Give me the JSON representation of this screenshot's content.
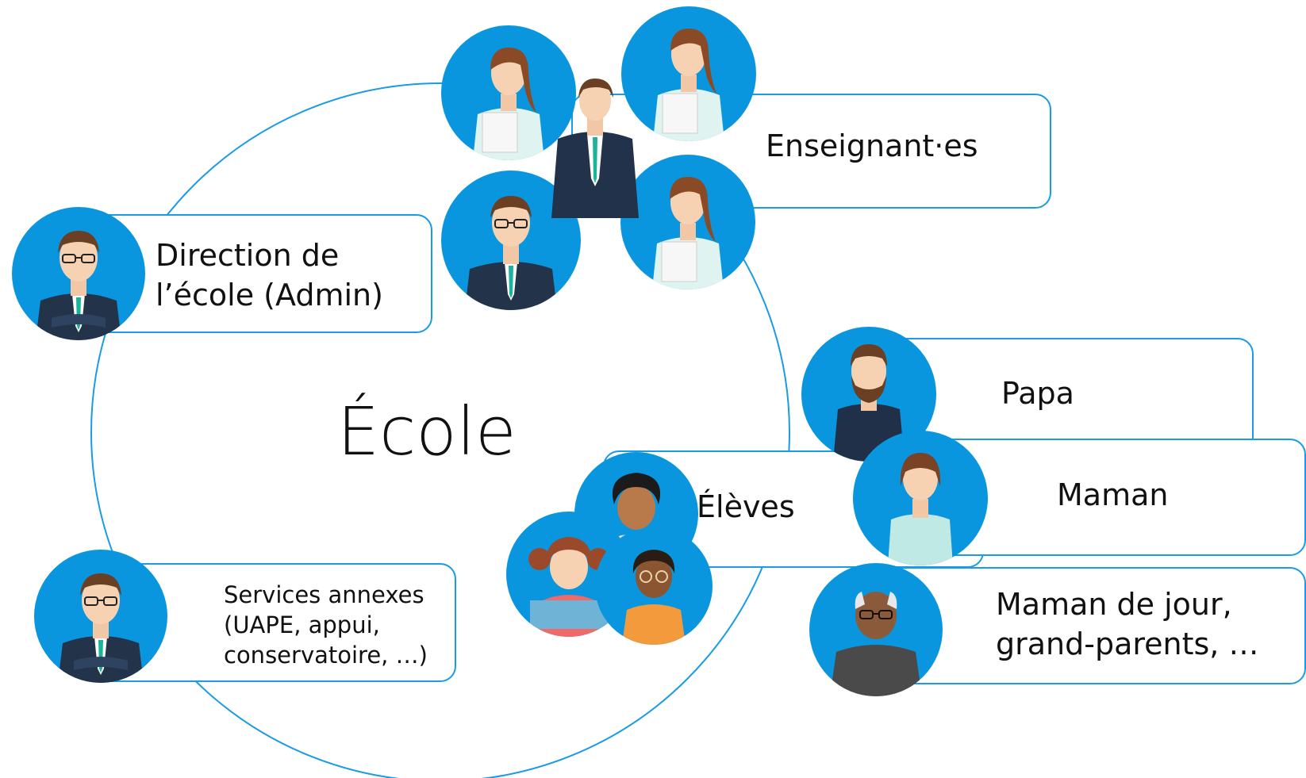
{
  "center": {
    "title": "École"
  },
  "colors": {
    "accent": "#1a9be6",
    "avatar_bg": "#0a96de"
  },
  "nodes": {
    "direction": {
      "label_line1": "Direction de",
      "label_line2": "l’école (Admin)",
      "icon": "admin-avatar-icon"
    },
    "enseignants": {
      "label": "Enseignant·es",
      "icon": "teacher-avatar-icon"
    },
    "services": {
      "label_line1": "Services annexes",
      "label_line2": "(UAPE, appui,",
      "label_line3": "conservatoire, …)",
      "icon": "admin-avatar-icon"
    },
    "eleves": {
      "label": "Élèves",
      "icon": "student-avatar-icon"
    },
    "papa": {
      "label": "Papa",
      "icon": "father-avatar-icon"
    },
    "maman": {
      "label": "Maman",
      "icon": "mother-avatar-icon"
    },
    "autres": {
      "label_line1": "Maman de jour,",
      "label_line2": "grand-parents, …",
      "icon": "grandparent-avatar-icon"
    }
  }
}
